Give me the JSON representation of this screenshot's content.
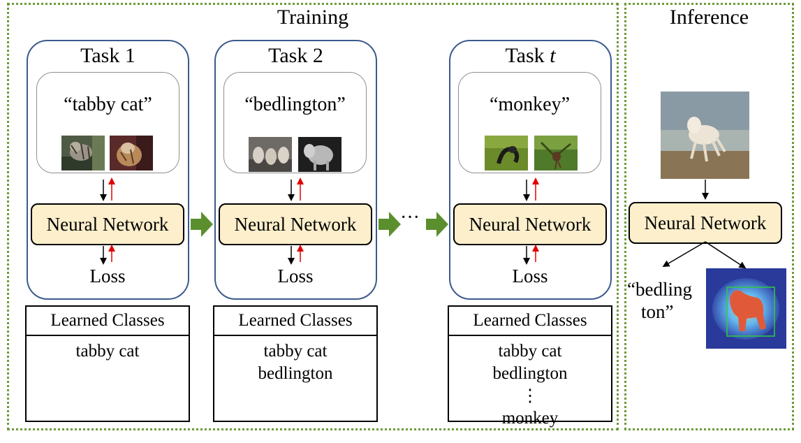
{
  "training": {
    "title": "Training",
    "tasks": [
      {
        "title": "Task 1",
        "prompt": "“tabby cat”",
        "network": "Neural Network",
        "loss": "Loss",
        "classes_header": "Learned Classes",
        "classes": [
          "tabby cat"
        ]
      },
      {
        "title": "Task 2",
        "prompt": "“bedlington”",
        "network": "Neural Network",
        "loss": "Loss",
        "classes_header": "Learned Classes",
        "classes": [
          "tabby cat",
          "bedlington"
        ]
      },
      {
        "title_prefix": "Task ",
        "title_var": "t",
        "prompt": "“monkey”",
        "network": "Neural Network",
        "loss": "Loss",
        "classes_header": "Learned Classes",
        "classes": [
          "tabby cat",
          "bedlington",
          "⋮",
          "monkey"
        ]
      }
    ],
    "ellipsis": "···"
  },
  "inference": {
    "title": "Inference",
    "network": "Neural Network",
    "prediction_label_line1": "“bedling",
    "prediction_label_line2": "ton”"
  },
  "colors": {
    "section_border": "#6f9a3a",
    "task_border": "#3b5a8c",
    "network_fill": "#fdefcc",
    "transition_arrow": "#5b8f2e",
    "backprop_arrow": "#e00000",
    "forward_arrow": "#000000",
    "mask": "#e05a3a",
    "bbox": "#2ecc40"
  }
}
